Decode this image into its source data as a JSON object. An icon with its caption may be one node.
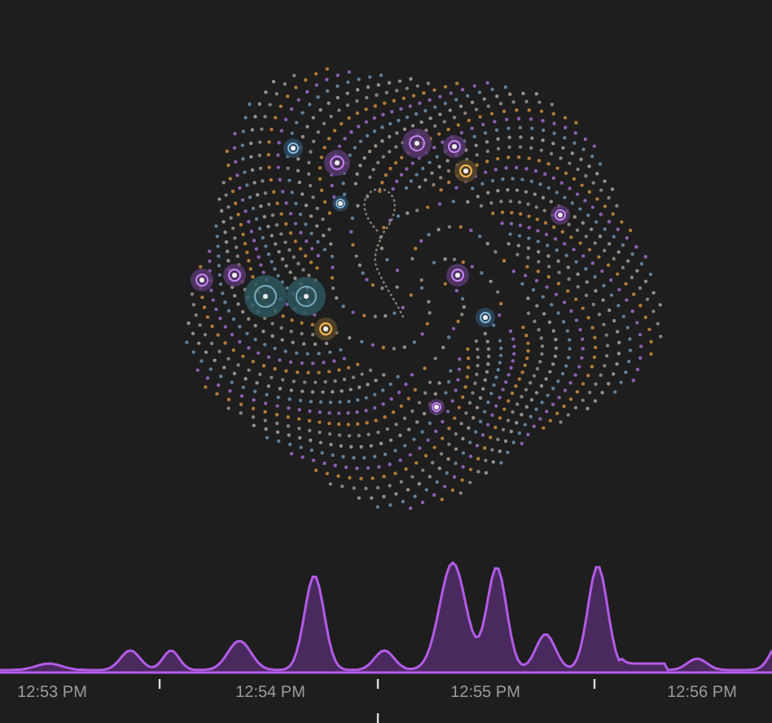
{
  "diagram": {
    "labels": [
      "12:53 PM",
      "12:54 PM",
      "12:55 PM",
      "12:56 PM"
    ]
  }
}
